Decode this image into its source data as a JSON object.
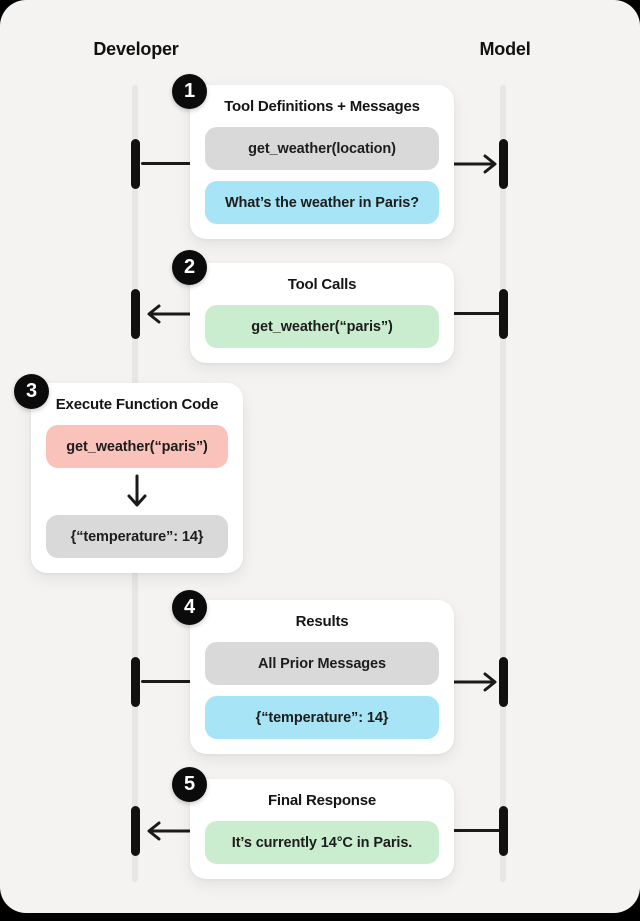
{
  "diagram": {
    "columns": [
      {
        "label": "Developer"
      },
      {
        "label": "Model"
      }
    ],
    "steps": [
      {
        "number": "1",
        "title": "Tool Definitions + Messages",
        "direction": "developer-to-model",
        "pills": [
          {
            "text": "get_weather(location)",
            "color": "pill_gray"
          },
          {
            "text": "What’s the weather in Paris?",
            "color": "pill_blue"
          }
        ]
      },
      {
        "number": "2",
        "title": "Tool Calls",
        "direction": "model-to-developer",
        "pills": [
          {
            "text": "get_weather(“paris”)",
            "color": "pill_green"
          }
        ]
      },
      {
        "number": "3",
        "title": "Execute Function Code",
        "direction": "internal-down",
        "pills": [
          {
            "text": "get_weather(“paris”)",
            "color": "pill_red"
          },
          {
            "text": "{“temperature”: 14}",
            "color": "pill_gray"
          }
        ]
      },
      {
        "number": "4",
        "title": "Results",
        "direction": "developer-to-model",
        "pills": [
          {
            "text": "All Prior Messages",
            "color": "pill_gray"
          },
          {
            "text": "{“temperature”: 14}",
            "color": "pill_blue"
          }
        ]
      },
      {
        "number": "5",
        "title": "Final Response",
        "direction": "model-to-developer",
        "pills": [
          {
            "text": "It’s currently 14°C in Paris.",
            "color": "pill_green"
          }
        ]
      }
    ],
    "colors": {
      "background": "#000000",
      "canvas": "#f5f3f1",
      "card": "#ffffff",
      "pill_gray": "#d9d9d9",
      "pill_blue": "#a6e4f6",
      "pill_green": "#cbedcf",
      "pill_red": "#f9c2bb",
      "ink": "#111111",
      "lifeline": "#e8e6e4"
    }
  }
}
